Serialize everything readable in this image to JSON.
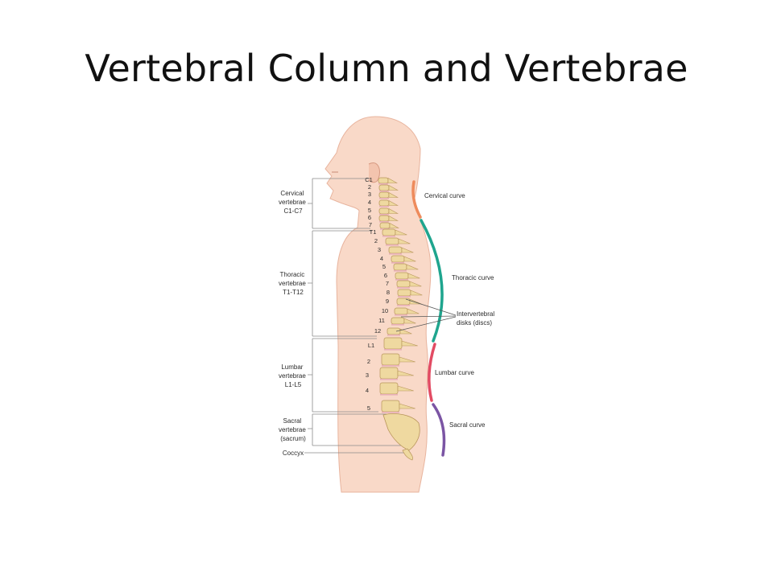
{
  "slide": {
    "title": "Vertebral Column and Vertebrae"
  },
  "colors": {
    "cervical": "#ee8b5c",
    "thoracic": "#1fa58e",
    "lumbar": "#e24b63",
    "sacral": "#7b55a4",
    "skin": "#f9d9c8",
    "bone": "#efd9a0"
  },
  "diagram": {
    "regions": {
      "cervical": [
        "Cervical",
        "vertebrae",
        "C1-C7"
      ],
      "thoracic": [
        "Thoracic",
        "vertebrae",
        "T1-T12"
      ],
      "lumbar": [
        "Lumbar",
        "vertebrae",
        "L1-L5"
      ],
      "sacral": [
        "Sacral",
        "vertebrae",
        "(sacrum)"
      ],
      "coccyx": "Coccyx"
    },
    "vertebra_labels": {
      "cervical": [
        "C1",
        "2",
        "3",
        "4",
        "5",
        "6",
        "7"
      ],
      "thoracic": [
        "T1",
        "2",
        "3",
        "4",
        "5",
        "6",
        "7",
        "8",
        "9",
        "10",
        "11",
        "12"
      ],
      "lumbar": [
        "L1",
        "2",
        "3",
        "4",
        "5"
      ]
    },
    "curves": {
      "cervical": "Cervical curve",
      "thoracic": "Thoracic curve",
      "lumbar": "Lumbar curve",
      "sacral": "Sacral curve"
    },
    "discs": [
      "Intervertebral",
      "disks (discs)"
    ]
  }
}
